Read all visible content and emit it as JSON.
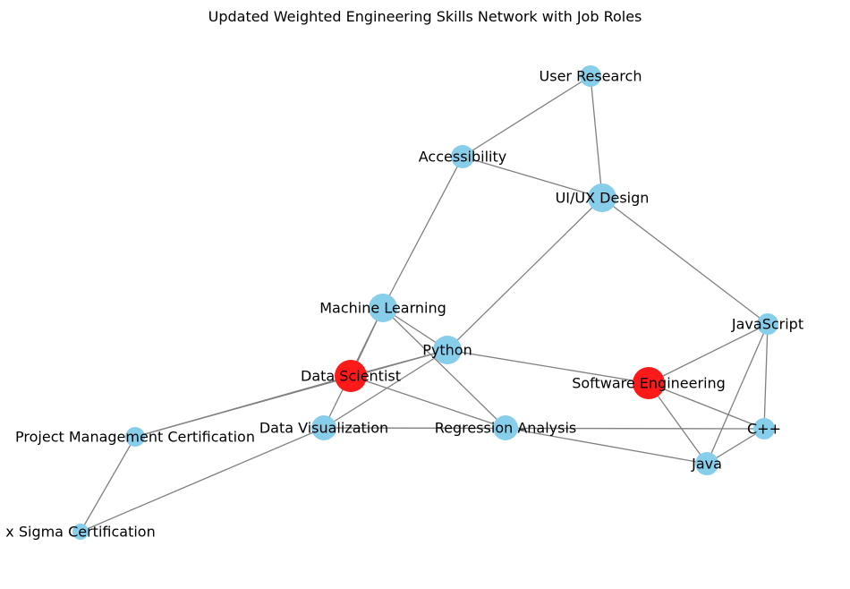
{
  "title": "Updated Weighted Engineering Skills Network with Job Roles",
  "colors": {
    "skill_node": "#87ceeb",
    "job_role_node": "#ff1a1a",
    "edge": "#808080",
    "background": "#ffffff"
  },
  "nodes": [
    {
      "id": "user_research",
      "label": "User Research",
      "type": "skill"
    },
    {
      "id": "accessibility",
      "label": "Accessibility",
      "type": "skill"
    },
    {
      "id": "uiux_design",
      "label": "UI/UX Design",
      "type": "skill"
    },
    {
      "id": "machine_learning",
      "label": "Machine Learning",
      "type": "skill"
    },
    {
      "id": "python",
      "label": "Python",
      "type": "skill"
    },
    {
      "id": "data_scientist",
      "label": "Data Scientist",
      "type": "job_role"
    },
    {
      "id": "software_engineering",
      "label": "Software Engineering",
      "type": "job_role"
    },
    {
      "id": "javascript",
      "label": "JavaScript",
      "type": "skill"
    },
    {
      "id": "cpp",
      "label": "C++",
      "type": "skill"
    },
    {
      "id": "java",
      "label": "Java",
      "type": "skill"
    },
    {
      "id": "data_visualization",
      "label": "Data Visualization",
      "type": "skill"
    },
    {
      "id": "regression_analysis",
      "label": "Regression Analysis",
      "type": "skill"
    },
    {
      "id": "pm_certification",
      "label": "Project Management Certification",
      "type": "skill"
    },
    {
      "id": "six_sigma",
      "label": "x Sigma Certification",
      "type": "skill"
    }
  ],
  "edges": [
    [
      "user_research",
      "accessibility"
    ],
    [
      "user_research",
      "uiux_design"
    ],
    [
      "accessibility",
      "uiux_design"
    ],
    [
      "accessibility",
      "machine_learning"
    ],
    [
      "uiux_design",
      "python"
    ],
    [
      "uiux_design",
      "javascript"
    ],
    [
      "machine_learning",
      "data_scientist"
    ],
    [
      "machine_learning",
      "python"
    ],
    [
      "machine_learning",
      "regression_analysis"
    ],
    [
      "machine_learning",
      "data_visualization"
    ],
    [
      "python",
      "data_scientist"
    ],
    [
      "python",
      "software_engineering"
    ],
    [
      "python",
      "data_visualization"
    ],
    [
      "python",
      "pm_certification"
    ],
    [
      "data_scientist",
      "pm_certification"
    ],
    [
      "data_scientist",
      "regression_analysis"
    ],
    [
      "data_visualization",
      "cpp"
    ],
    [
      "data_visualization",
      "six_sigma"
    ],
    [
      "regression_analysis",
      "java"
    ],
    [
      "software_engineering",
      "javascript"
    ],
    [
      "software_engineering",
      "cpp"
    ],
    [
      "software_engineering",
      "java"
    ],
    [
      "javascript",
      "cpp"
    ],
    [
      "javascript",
      "java"
    ],
    [
      "cpp",
      "java"
    ],
    [
      "pm_certification",
      "six_sigma"
    ]
  ]
}
